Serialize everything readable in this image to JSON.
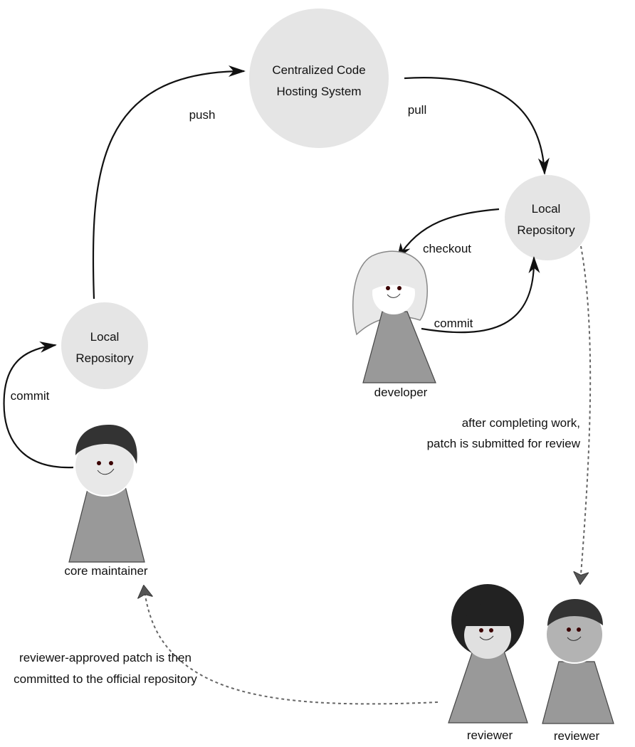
{
  "nodes": {
    "central": {
      "line1": "Centralized Code",
      "line2": "Hosting System"
    },
    "local_right": {
      "line1": "Local",
      "line2": "Repository"
    },
    "local_left": {
      "line1": "Local",
      "line2": "Repository"
    }
  },
  "edges": {
    "push": "push",
    "pull": "pull",
    "checkout": "checkout",
    "commit_developer": "commit",
    "commit_maintainer": "commit"
  },
  "people": {
    "developer": "developer",
    "core_maintainer": "core maintainer",
    "reviewer_1": "reviewer",
    "reviewer_2": "reviewer"
  },
  "annotations": {
    "submit_line1": "after completing work,",
    "submit_line2": "patch is submitted for review",
    "approved_line1": "reviewer-approved patch is then",
    "approved_line2": "committed to the official repository"
  }
}
